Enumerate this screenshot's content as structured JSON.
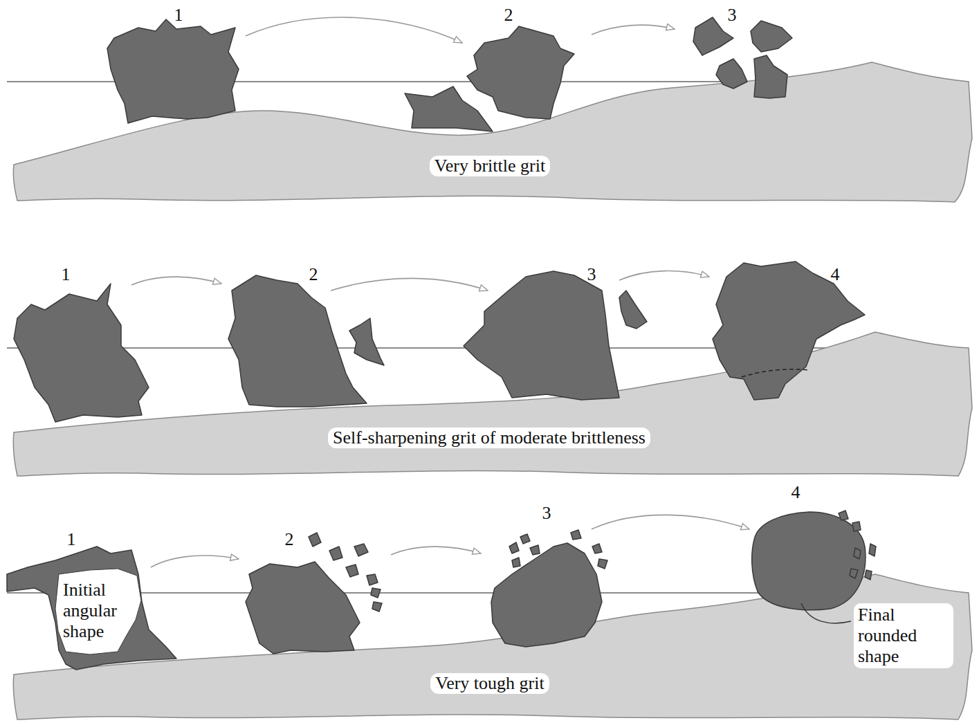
{
  "diagram": {
    "labels": [
      "1",
      "2",
      "3",
      "Very brittle grit",
      "1",
      "2",
      "3",
      "4",
      "Self-sharpening grit of moderate brittleness",
      "1",
      "Initial angular shape",
      "2",
      "3",
      "4",
      "Final rounded shape",
      "Very tough grit"
    ]
  }
}
